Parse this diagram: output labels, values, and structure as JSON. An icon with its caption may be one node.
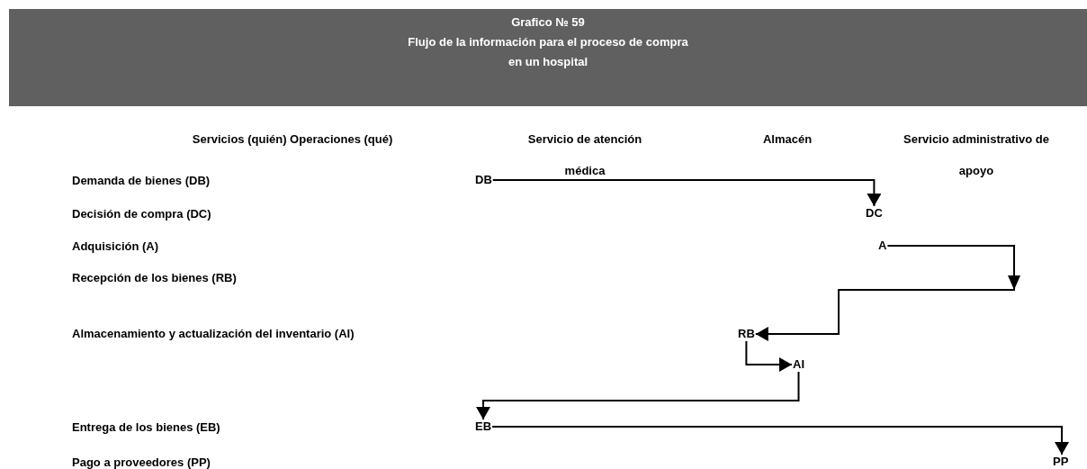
{
  "diagram": {
    "title": "Flujo de la información para el proceso de compra en un hospital",
    "nodes": [
      {
        "text": [
          "DB"
        ]
      },
      {
        "text": [
          "DC"
        ]
      },
      {
        "text": [
          "A"
        ]
      },
      {
        "text": [
          "RB"
        ]
      },
      {
        "text": [
          "AI"
        ]
      },
      {
        "text": [
          "EB"
        ]
      },
      {
        "text": [
          "PP"
        ]
      }
    ],
    "edges": [
      {
        "from": 0,
        "to": 1,
        "arrow": "to"
      },
      {
        "from": 2,
        "to": 3,
        "arrow": "to"
      },
      {
        "from": 3,
        "to": 4,
        "arrow": "to"
      },
      {
        "from": 4,
        "to": 5,
        "arrow": "to"
      },
      {
        "from": 5,
        "to": 6,
        "arrow": "to"
      }
    ],
    "labels": [
      "Grafico № 59",
      "Servicios (quién) Operaciones (qué)",
      "Servicio de atención médica",
      "Almacén",
      "Servicio administrativo de apoyo",
      "Demanda de bienes (DB)",
      "Decisión de compra (DC)",
      "Adquisición (A)",
      "Recepción de los bienes (RB)",
      "Almacenamiento y actualización del inventario (AI)",
      "Entrega de los bienes (EB)",
      "Pago a proveedores (PP)"
    ]
  }
}
